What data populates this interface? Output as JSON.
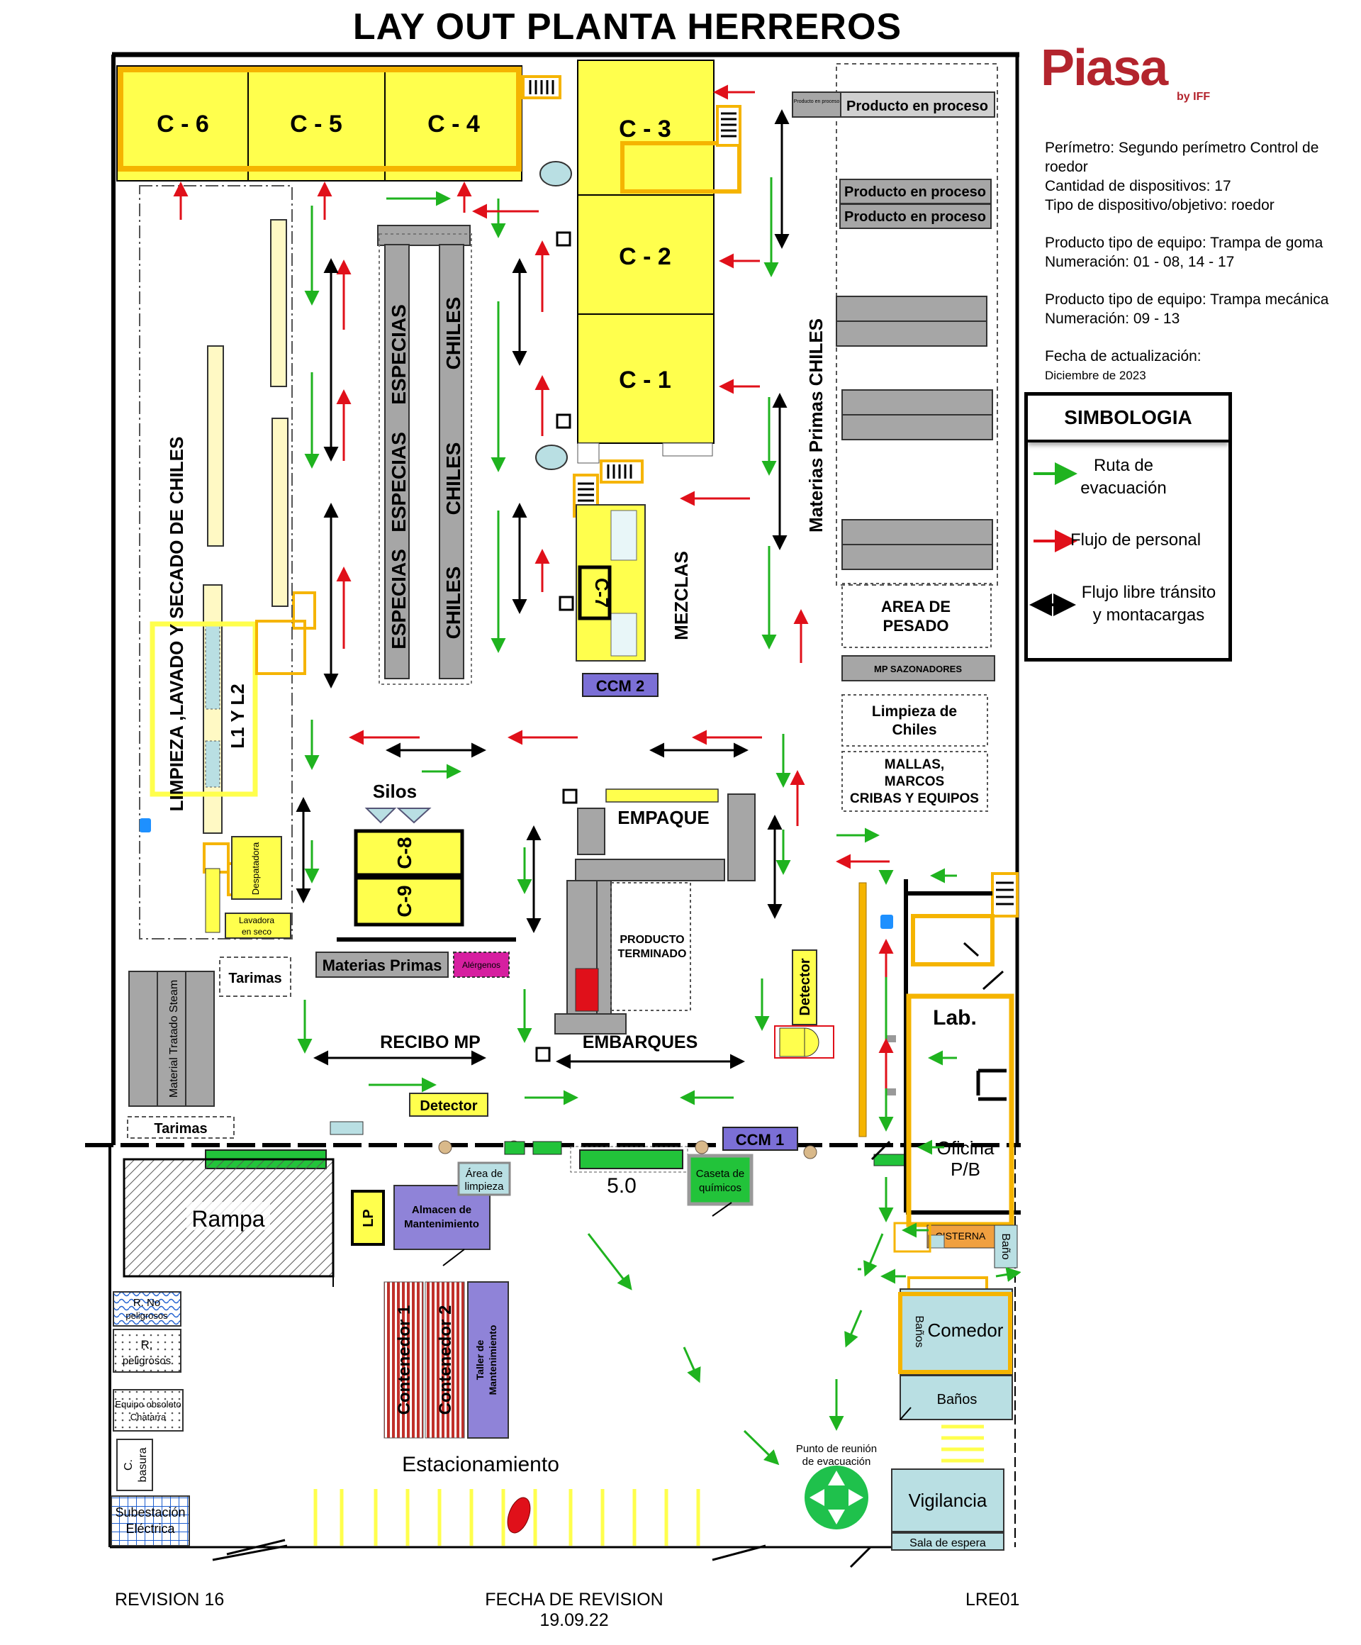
{
  "title": "LAY OUT PLANTA HERREROS",
  "logo": {
    "brand": "Piasa",
    "sub": "by IFF",
    "color": "#b3242d"
  },
  "info": {
    "perimetro_1": "Perímetro: Segundo perímetro Control de",
    "perimetro_2": "roedor",
    "cantidad": "Cantidad de dispositivos:  17",
    "tipo": "Tipo de dispositivo/objetivo: roedor",
    "equipo_goma": "Producto tipo de equipo: Trampa de goma",
    "num_goma": "Numeración: 01 - 08, 14 - 17",
    "equipo_mecanica": "Producto tipo de equipo: Trampa mecánica",
    "num_mecanica": "Numeración: 09 - 13",
    "fecha_label": "Fecha de actualización:",
    "fecha_value": "Diciembre de 2023"
  },
  "legend": {
    "title": "SIMBOLOGIA",
    "items": [
      {
        "label_1": "Ruta de",
        "label_2": "evacuación",
        "color": "#1fb31f"
      },
      {
        "label_1": "Flujo de personal",
        "label_2": "",
        "color": "#e0101a"
      },
      {
        "label_1": "Flujo libre tránsito",
        "label_2": "y montacargas",
        "color": "#000000"
      }
    ]
  },
  "chambers": {
    "c6": "C - 6",
    "c5": "C - 5",
    "c4": "C - 4",
    "c3": "C - 3",
    "c2": "C - 2",
    "c1": "C - 1",
    "c7": "C-7",
    "c8": "C-8",
    "c9": "C-9"
  },
  "areas": {
    "especias": "ESPECIAS",
    "chiles": "CHILES",
    "mezclas": "MEZCLAS",
    "materias_primas_chiles": "Materias Primas CHILES",
    "producto_en_proceso": "Producto en proceso",
    "producto_en_proceso_small": "Producto en proceso",
    "area_pesado_1": "AREA DE",
    "area_pesado_2": "PESADO",
    "mp_sazonadores": "MP SAZONADORES",
    "limpieza_chiles_1": "Limpieza de",
    "limpieza_chiles_2": "Chiles",
    "mallas_1": "MALLAS,",
    "mallas_2": "MARCOS",
    "mallas_3": "CRIBAS Y EQUIPOS",
    "limpieza_lavado": "LIMPIEZA ,LAVADO Y SECADO DE CHILES",
    "l1l2": "L1 Y L2",
    "silos": "Silos",
    "empaque": "EMPAQUE",
    "producto_terminado_1": "PRODUCTO",
    "producto_terminado_2": "TERMINADO",
    "ccm2": "CCM 2",
    "ccm1": "CCM 1",
    "despatadora": "Despatadora",
    "lavadora_1": "Lavadora",
    "lavadora_2": "en seco",
    "tarimas": "Tarimas",
    "material_tratado": "Material Tratado Steam",
    "materias_primas": "Materias Primas",
    "alergenos": "Alérgenos",
    "recibo_mp": "RECIBO MP",
    "embarques": "EMBARQUES",
    "detector": "Detector",
    "lab": "Lab.",
    "oficina_1": "Oficina",
    "oficina_2": "P/B",
    "rampa": "Rampa",
    "lp": "LP",
    "almacen_1": "Almacen de",
    "almacen_2": "Mantenimiento",
    "area_limpieza_1": "Área de",
    "area_limpieza_2": "limpieza",
    "cinco": "5.0",
    "caseta_1": "Caseta de",
    "caseta_2": "químicos",
    "cisterna": "CISTERNA",
    "bano": "Baño",
    "comedor": "Comedor",
    "banos_v": "Baños",
    "banos": "Baños",
    "contenedor1": "Contenedor 1",
    "contenedor2": "Contenedor 2",
    "taller_1": "Taller de",
    "taller_2": "Mantenimiento",
    "r_no_1": "R. No",
    "r_no_2": "peligrosos",
    "r_pel_1": "R.",
    "r_pel_2": "peligrosos",
    "equipo_obs_1": "Equipo obsoleto",
    "equipo_obs_2": "Chatarra",
    "c_basura_1": "C.",
    "c_basura_2": "basura",
    "subestacion_1": "Subestación",
    "subestacion_2": "Eléctrica",
    "estacionamiento": "Estacionamiento",
    "punto_reunion_1": "Punto de reunión",
    "punto_reunion_2": "de evacuación",
    "vigilancia": "Vigilancia",
    "sala_espera": "Sala de espera"
  },
  "footer": {
    "revision": "REVISION 16",
    "fecha_label": "FECHA DE REVISION",
    "fecha_value": "19.09.22",
    "code": "LRE01"
  },
  "colors": {
    "chamber_fill": "#ffff4d",
    "chamber_border": "#f5b400",
    "rack_gray": "#a6a6a6",
    "ccm_purple": "#7b6fd6",
    "green_block": "#22c33a",
    "light_blue": "#b9dfe3"
  }
}
